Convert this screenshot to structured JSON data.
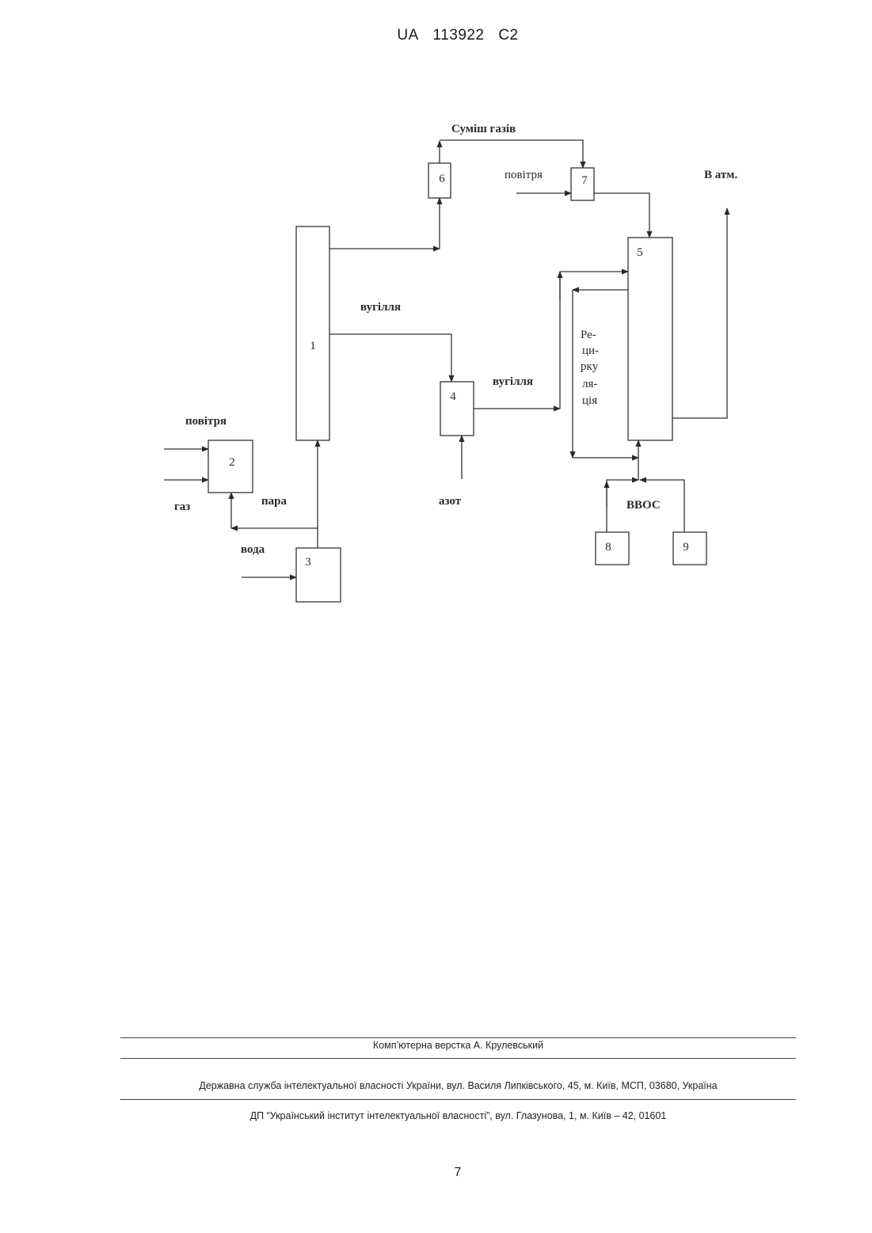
{
  "header": {
    "country": "UA",
    "number": "113922",
    "kind": "C2"
  },
  "diagram": {
    "nodes": {
      "n1": "1",
      "n2": "2",
      "n3": "3",
      "n4": "4",
      "n5": "5",
      "n6": "6",
      "n7": "7",
      "n8": "8",
      "n9": "9"
    },
    "labels": {
      "gas_mix": "Суміш газів",
      "air_top": "повітря",
      "to_atm": "В атм.",
      "coal_1": "вугілля",
      "coal_2": "вугілля",
      "recirc_1": "Ре-",
      "recirc_2": "ци-",
      "recirc_3": "рку",
      "recirc_4": "ля-",
      "recirc_5": "ція",
      "air_left": "повітря",
      "gas": "газ",
      "steam": "пара",
      "water": "вода",
      "nitrogen": "азот",
      "vvos": "ВВОС"
    }
  },
  "footer": {
    "layout_credit": "Комп’ютерна верстка А. Крулевський",
    "agency": "Державна служба інтелектуальної власності України, вул. Василя Липківського, 45, м. Київ, МСП, 03680, Україна",
    "institute": "ДП “Український інститут інтелектуальної власності”, вул. Глазунова, 1, м. Київ – 42, 01601"
  },
  "page": {
    "number": "7"
  }
}
